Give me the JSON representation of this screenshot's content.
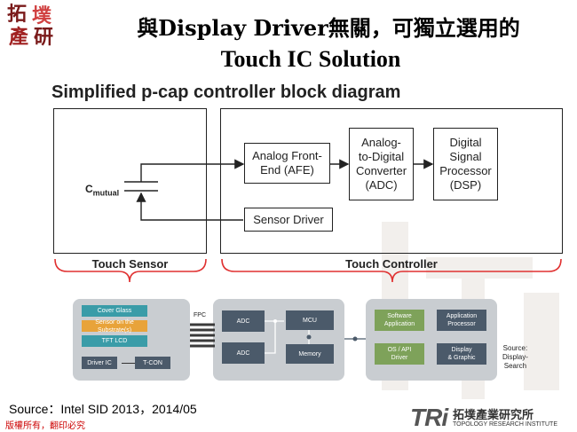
{
  "logo": {
    "chars": [
      "拓",
      "墣",
      "產",
      "研"
    ]
  },
  "title_line1": "與Display Driver無關，可獨立選用的",
  "title_line2": "Touch IC Solution",
  "diagram": {
    "title": "Simplified p-cap controller block diagram",
    "cmutual_main": "C",
    "cmutual_sub": "mutual",
    "afe": "Analog Front-\nEnd (AFE)",
    "adc": "Analog-\nto-Digital\nConverter\n(ADC)",
    "dsp": "Digital\nSignal\nProcessor\n(DSP)",
    "sensor_driver": "Sensor Driver",
    "touch_sensor_label": "Touch Sensor",
    "touch_controller_label": "Touch Controller"
  },
  "module": {
    "layers": [
      "Cover Glass",
      "Sensor on the Substrate(s)",
      "TFT LCD"
    ],
    "driver_ic": "Driver IC",
    "tcon": "T-CON",
    "fpc": "FPC",
    "adc1": "ADC",
    "adc2": "ADC",
    "mcu": "MCU",
    "memory": "Memory",
    "software_app": "Software\nApplication",
    "os_driver": "OS / API\nDriver",
    "app_processor": "Application\nProcessor",
    "display_graphic": "Display\n& Graphic",
    "source_right": "Source:\nDisplay-\nSearch"
  },
  "colors": {
    "teal": "#3a9ca8",
    "orange": "#e8a33a",
    "brace_red": "#e03030",
    "chip_dark": "#4b5a6a",
    "chip_green": "#7ea25a",
    "panel_gray": "#c9cdd1"
  },
  "source_note": "Source：Intel  SID 2013，2014/05",
  "copyright": "版權所有，翻印必究",
  "tri": {
    "letters": "TRi",
    "name_cn": "拓墣產業研究所",
    "name_en": "TOPOLOGY RESEARCH INSTITUTE"
  }
}
